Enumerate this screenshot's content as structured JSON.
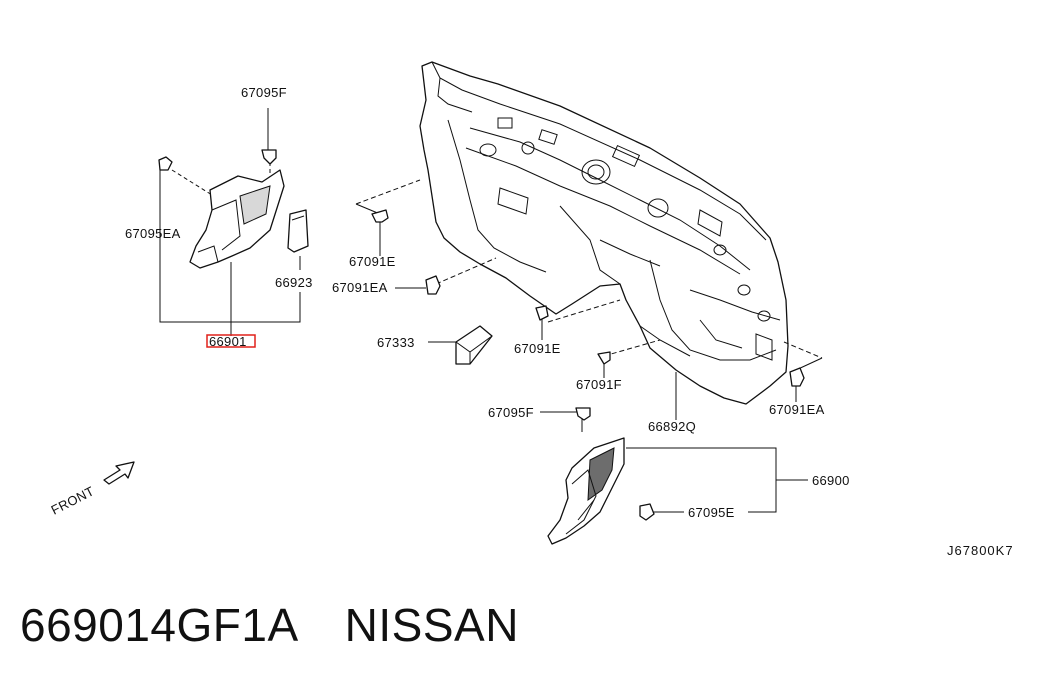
{
  "diagram": {
    "callouts": {
      "c67095F_top": "67095F",
      "c67095EA": "67095EA",
      "c66923": "66923",
      "c66901": "66901",
      "c67091E_a": "67091E",
      "c67091EA_a": "67091EA",
      "c67333": "67333",
      "c67091E_b": "67091E",
      "c67091F": "67091F",
      "c66892Q": "66892Q",
      "c67091EA_b": "67091EA",
      "c67095F_bot": "67095F",
      "c66900": "66900",
      "c67095E": "67095E"
    },
    "front_label": "FRONT",
    "diagram_code": "J67800K7",
    "highlight_color": "#e0201a"
  },
  "caption": {
    "part_number": "669014GF1A",
    "brand": "NISSAN"
  }
}
